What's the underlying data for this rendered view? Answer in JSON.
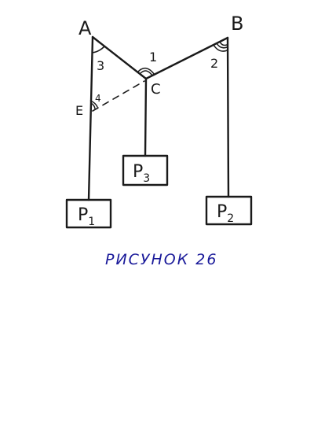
{
  "points": {
    "A": "A",
    "B": "B",
    "C": "C",
    "E": "E"
  },
  "angles": {
    "a1": "1",
    "a2": "2",
    "a3": "3",
    "a4": "4"
  },
  "weights": {
    "p1": {
      "main": "P",
      "sub": "1"
    },
    "p2": {
      "main": "P",
      "sub": "2"
    },
    "p3": {
      "main": "P",
      "sub": "3"
    }
  },
  "caption": "РИСУНОК 26",
  "colors": {
    "ink": "#1a1a1a",
    "caption": "#1a1a9a",
    "background": "#ffffff"
  }
}
